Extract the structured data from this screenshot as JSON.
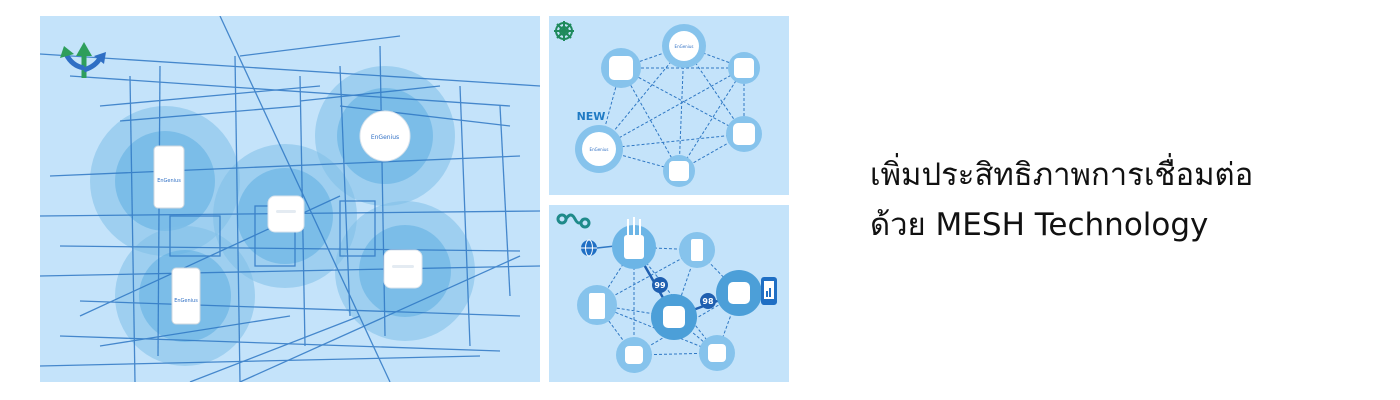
{
  "headline": {
    "line1": "เพิ่มประสิทธิภาพการเชื่อมต่อ",
    "line2": "ด้วย MESH Technology"
  },
  "mesh_panel": {
    "new_label": "NEW"
  },
  "routing_panel": {
    "badge_a": "99",
    "badge_b": "98"
  },
  "device_brand": "EnGenius",
  "colors": {
    "panel_bg": "#c4e3fa",
    "accent_blue": "#1f7ac4",
    "accent_green": "#2e9e5b",
    "coverage_blue": "#5aa9dc",
    "text": "#111111"
  },
  "icons": [
    "split-arrows-icon",
    "mesh-web-icon",
    "route-icon",
    "globe-icon",
    "phone-icon"
  ]
}
